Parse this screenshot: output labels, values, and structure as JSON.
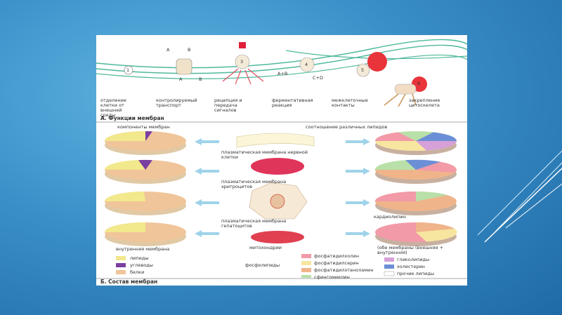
{
  "functions": {
    "items": [
      {
        "label": "отделение клетки от внешней среды"
      },
      {
        "label": "контролируемый транспорт"
      },
      {
        "label": "рецепция и передача сигналов"
      },
      {
        "label": "ферментативная реакция"
      },
      {
        "label": "межклеточные контакты"
      },
      {
        "label": "закрепление цитоскелета"
      }
    ],
    "markers": {
      "a": "A",
      "b": "B",
      "a2": "A",
      "b2": "B",
      "n1": "1",
      "n3": "3",
      "n4": "4",
      "n5": "5",
      "n6": "6",
      "apb": "A+B",
      "cpd": "C+D"
    },
    "title": "А. Функции мембран"
  },
  "composition": {
    "left_header": "компоненты мембран",
    "right_header": "соотношение различных липидов",
    "cells": [
      {
        "label": "плазматическая мембрана нервной клетки"
      },
      {
        "label": "плазматическая мембрана эритроцитов"
      },
      {
        "label": "плазматическая мембрана гепатоцитов"
      },
      {
        "label": "митохондрии"
      }
    ],
    "inner_membrane": "внутренняя мембрана",
    "both_membranes": "(обе мембраны (внешняя + внутренняя)",
    "cardiolipin": "кардиолипин",
    "legend_left": [
      {
        "label": "липиды",
        "color": "#f2e88c"
      },
      {
        "label": "углеводы",
        "color": "#7a3fa0"
      },
      {
        "label": "белки",
        "color": "#f0c59a"
      }
    ],
    "phospholipids": "фосфолипиды",
    "legend_right": [
      {
        "label": "фосфатидилхолин",
        "color": "#f29aa8"
      },
      {
        "label": "фосфатидилсерин",
        "color": "#f7e6a0"
      },
      {
        "label": "фосфатидилэтаноламин",
        "color": "#f0b48a"
      },
      {
        "label": "сфингомиелин",
        "color": "#b8e0a8"
      },
      {
        "label": "гликолипиды",
        "color": "#d6a0d8"
      },
      {
        "label": "холестерин",
        "color": "#6b8fd6"
      },
      {
        "label": "прочие липиды",
        "color": "#ffffff"
      }
    ],
    "title": "Б. Состав мембран"
  }
}
